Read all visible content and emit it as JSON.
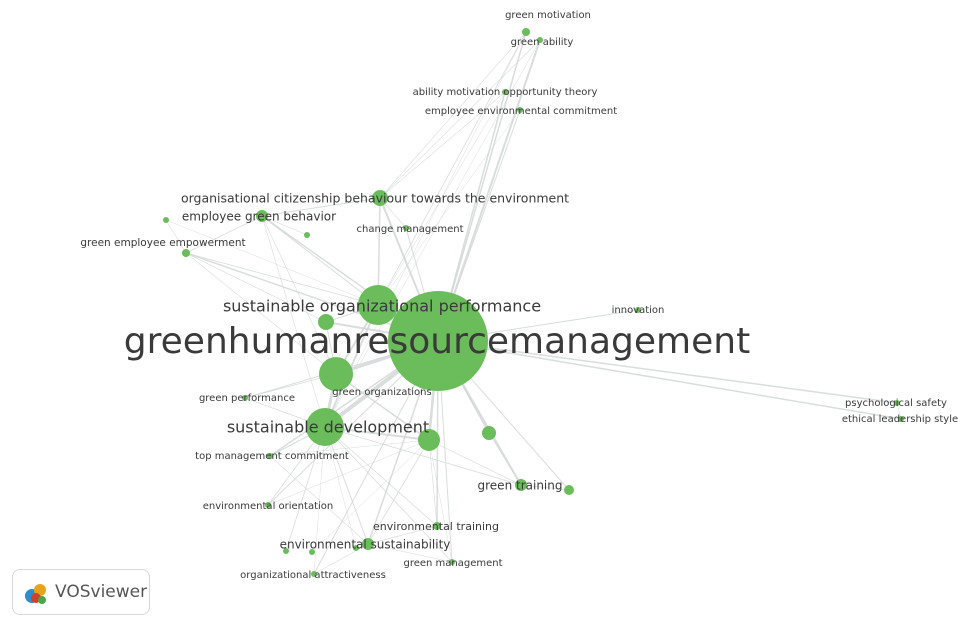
{
  "network": {
    "nodes": [
      {
        "id": "ghrm",
        "label": "greenhumanresourcemanagement",
        "weight": 1.0
      },
      {
        "id": "sop",
        "label": "sustainable organizational performance",
        "weight": 0.5
      },
      {
        "id": "sd",
        "label": "sustainable development",
        "weight": 0.4
      },
      {
        "id": "gorg",
        "label": "green organizations",
        "weight": 0.3
      },
      {
        "id": "ocbe",
        "label": "organisational citizenship behaviour towards the environment",
        "weight": 0.3
      },
      {
        "id": "egb",
        "label": "employee green behavior",
        "weight": 0.3
      },
      {
        "id": "gee",
        "label": "green employee empowerment",
        "weight": 0.2
      },
      {
        "id": "cm",
        "label": "change management",
        "weight": 0.15
      },
      {
        "id": "gmot",
        "label": "green motivation",
        "weight": 0.15
      },
      {
        "id": "gab",
        "label": "green ability",
        "weight": 0.15
      },
      {
        "id": "amo",
        "label": "ability motivation opportunity theory",
        "weight": 0.15
      },
      {
        "id": "eec",
        "label": "employee environmental commitment",
        "weight": 0.15
      },
      {
        "id": "innov",
        "label": "innovation",
        "weight": 0.15
      },
      {
        "id": "ps",
        "label": "psychological safety",
        "weight": 0.15
      },
      {
        "id": "els",
        "label": "ethical leadership style",
        "weight": 0.15
      },
      {
        "id": "gp",
        "label": "green performance",
        "weight": 0.15
      },
      {
        "id": "tmc",
        "label": "top management commitment",
        "weight": 0.15
      },
      {
        "id": "gt",
        "label": "green training",
        "weight": 0.25
      },
      {
        "id": "eo",
        "label": "environmental orientation",
        "weight": 0.15
      },
      {
        "id": "et",
        "label": "environmental training",
        "weight": 0.2
      },
      {
        "id": "es",
        "label": "environmental sustainability",
        "weight": 0.25
      },
      {
        "id": "oa",
        "label": "organizational attractiveness",
        "weight": 0.15
      },
      {
        "id": "gm",
        "label": "green management",
        "weight": 0.15
      }
    ]
  },
  "logo": {
    "text": "VOSviewer"
  },
  "colors": {
    "node": "#6abd5a",
    "edge": "#cfd4d4",
    "label": "#3a3a3a"
  }
}
